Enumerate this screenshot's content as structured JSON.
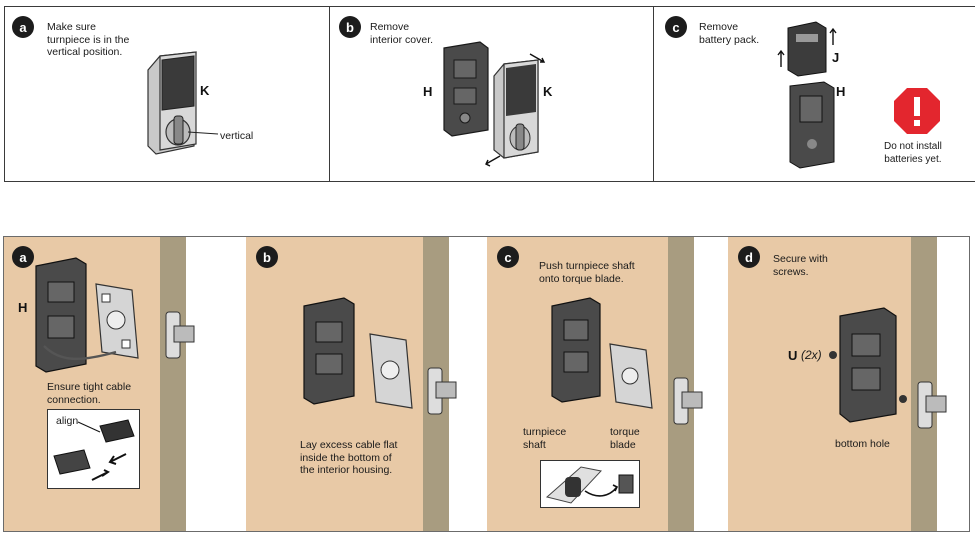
{
  "top_steps": [
    {
      "badge": "a",
      "caption": [
        "Make sure",
        "turnpiece is in the",
        "vertical position."
      ],
      "label_k": "K",
      "label_vertical": "vertical"
    },
    {
      "badge": "b",
      "caption": [
        "Remove",
        "interior cover."
      ],
      "label_h": "H",
      "label_k": "K"
    },
    {
      "badge": "c",
      "caption": [
        "Remove",
        "battery pack."
      ],
      "label_j": "J",
      "label_h": "H",
      "warning": [
        "Do not install",
        "batteries yet."
      ]
    }
  ],
  "bottom_steps": [
    {
      "badge": "a",
      "label_h": "H",
      "caption": [
        "Ensure tight cable",
        "connection."
      ],
      "inset_label": "align"
    },
    {
      "badge": "b",
      "caption": [
        "Lay excess cable flat",
        "inside the bottom of",
        "the interior housing."
      ]
    },
    {
      "badge": "c",
      "caption": [
        "Push turnpiece shaft",
        "onto torque blade."
      ],
      "label_shaft": [
        "turnpiece",
        "shaft"
      ],
      "label_blade": [
        "torque",
        "blade"
      ]
    },
    {
      "badge": "d",
      "caption": [
        "Secure with",
        "screws."
      ],
      "label_u": "U",
      "label_u_qty": "(2x)",
      "label_hole": "bottom hole"
    }
  ],
  "colors": {
    "tan": "#e8c9a6",
    "wall": "#a89c80",
    "warning": "#e3262e",
    "badge": "#1c1c1c"
  }
}
